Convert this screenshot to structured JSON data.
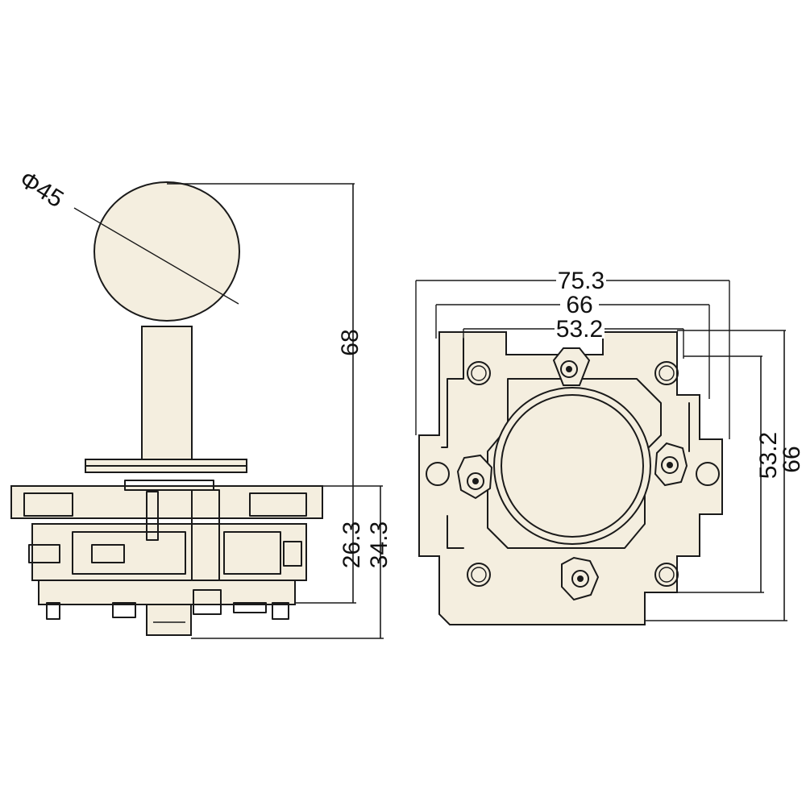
{
  "drawing": {
    "side_view": {
      "ball_diameter": "Φ45",
      "overall_height": "68",
      "dim_a": "26.3",
      "dim_b": "34.3"
    },
    "top_view": {
      "width_outer": "75.3",
      "width_mid": "66",
      "width_inner": "53.2",
      "height_inner": "53.2",
      "height_outer": "66"
    }
  }
}
